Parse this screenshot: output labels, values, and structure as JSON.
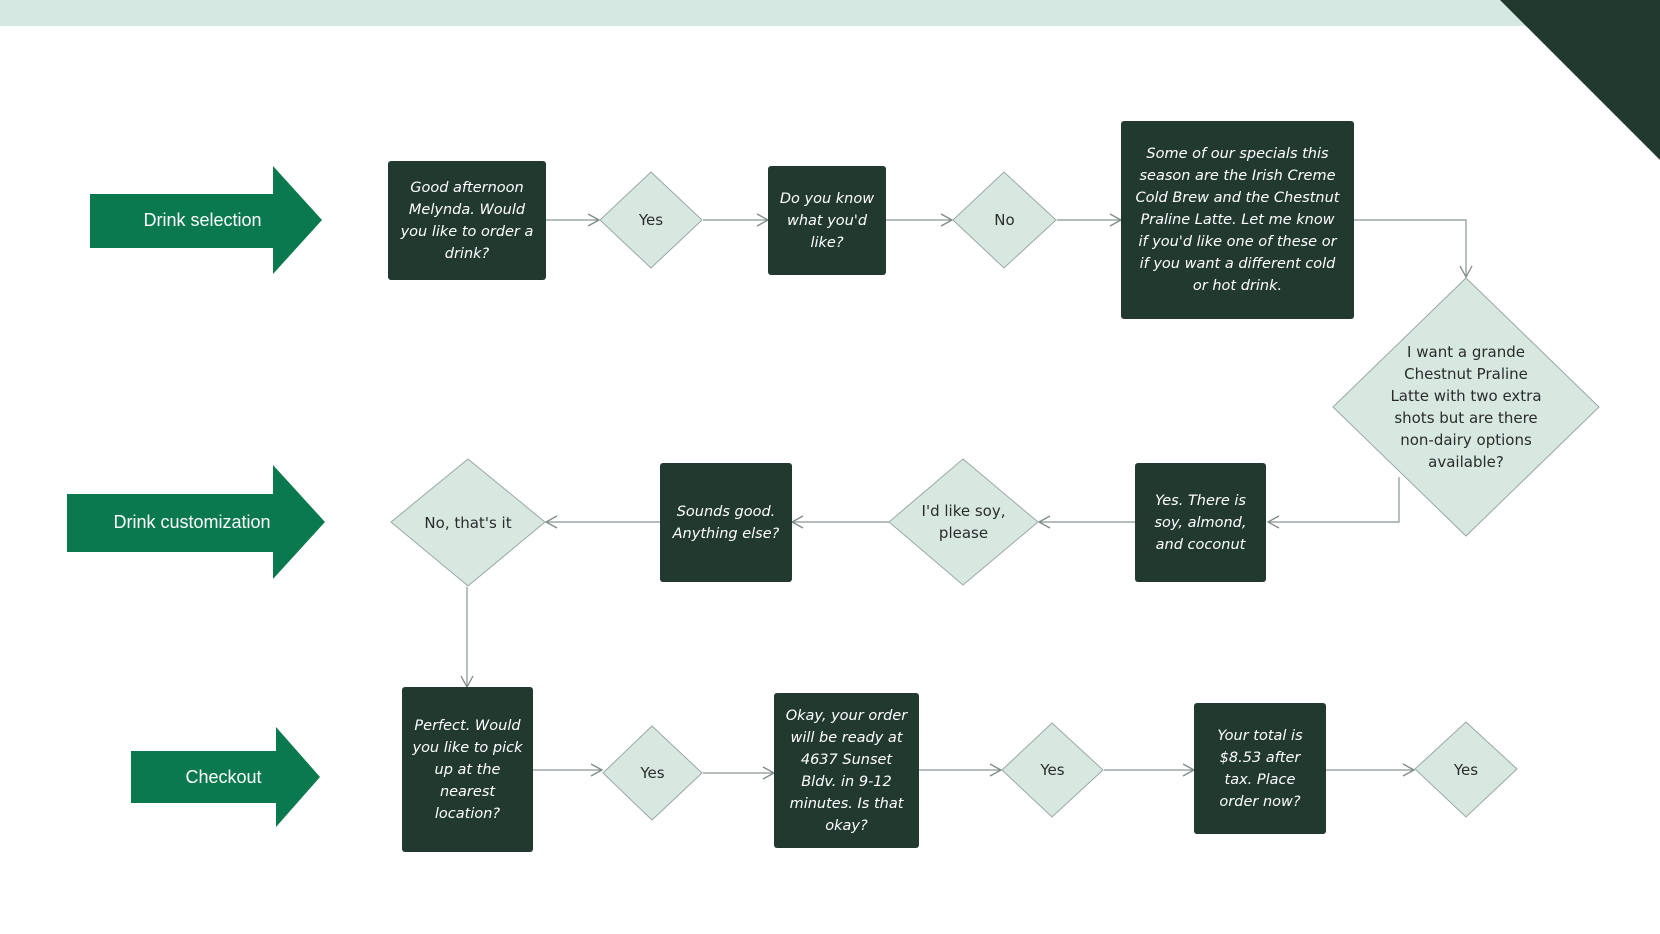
{
  "colors": {
    "dark_box": "#21392f",
    "diamond_fill": "#d7e8e1",
    "arrow_green": "#0a7a4e",
    "band": "#d5e8e1"
  },
  "stages": {
    "selection": "Drink selection",
    "customization": "Drink customization",
    "checkout": "Checkout"
  },
  "row1": {
    "greeting": "Good afternoon Melynda. Would you like to order a drink?",
    "yes": "Yes",
    "know": "Do you know what you'd like?",
    "no": "No",
    "specials": "Some of our specials this season are the Irish Creme Cold Brew and the Chestnut Praline Latte. Let me know if you'd like one of these or if you want a different cold or hot drink."
  },
  "row2": {
    "request": "I want a grande Chestnut Praline Latte with two extra shots but are there non-dairy options available?",
    "options": "Yes. There is soy, almond, and coconut",
    "soy": "I'd like soy, please",
    "anything_else": "Sounds good. Anything else?",
    "done": "No, that's it"
  },
  "row3": {
    "pickup": "Perfect. Would you like to pick up at the nearest location?",
    "yes1": "Yes",
    "ready": "Okay, your order will be ready at 4637 Sunset Bldv. in 9-12 minutes. Is that okay?",
    "yes2": "Yes",
    "total": "Your total is $8.53 after tax. Place order now?",
    "yes3": "Yes"
  }
}
